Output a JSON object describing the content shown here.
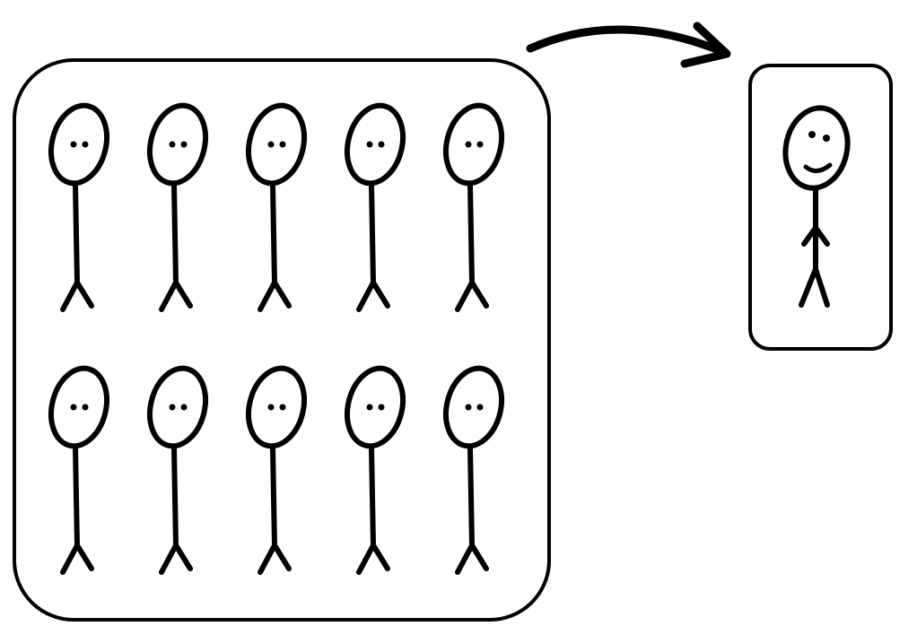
{
  "diagram": {
    "group": {
      "rows": 2,
      "columns": 5,
      "figure_expression": "neutral"
    },
    "individual": {
      "figure_expression": "smiling"
    },
    "arrow": {
      "direction": "group-to-individual"
    }
  },
  "colors": {
    "background": "#ffffff",
    "ink": "#000000"
  },
  "icons": {
    "figure": "stick-figure-icon",
    "arrow": "curved-arrow-icon"
  }
}
